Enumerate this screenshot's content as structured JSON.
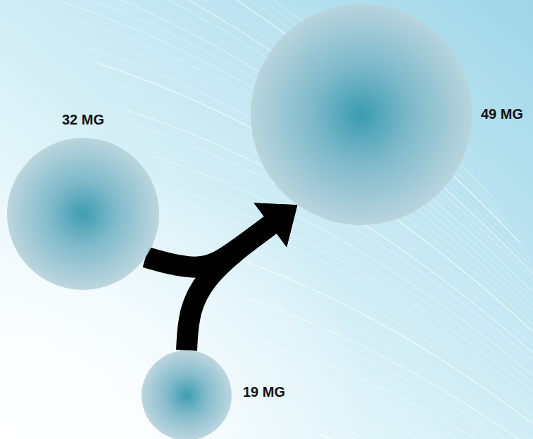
{
  "diagram": {
    "nodes": [
      {
        "text": [
          "32 MG"
        ]
      },
      {
        "text": [
          "19 MG"
        ]
      },
      {
        "text": [
          "49 MG"
        ]
      }
    ],
    "edges": [
      {
        "from": 0,
        "to": 2,
        "arrow": "to"
      },
      {
        "from": 1,
        "to": 2,
        "arrow": "to"
      }
    ]
  }
}
